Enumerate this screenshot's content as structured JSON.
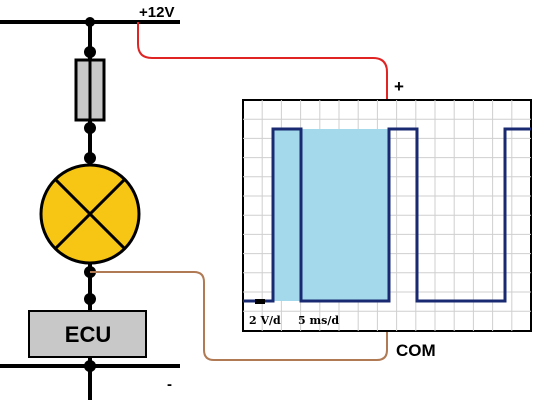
{
  "supply": {
    "positive_label": "+12V",
    "negative_label": "-"
  },
  "ecu": {
    "label": "ECU"
  },
  "oscilloscope": {
    "probe_positive_label": "+",
    "probe_common_label": "COM",
    "volts_per_div": "2 V/d",
    "time_per_div": "5 ms/d",
    "duty_cycle_fill": "#a3d9ea"
  },
  "colors": {
    "positive_wire": "#e02424",
    "common_wire": "#b07a55",
    "trace": "#1a2a72",
    "lamp_fill": "#f7c614",
    "fuse_fill": "#c8c8c8",
    "ecu_fill": "#c8c8c8"
  }
}
